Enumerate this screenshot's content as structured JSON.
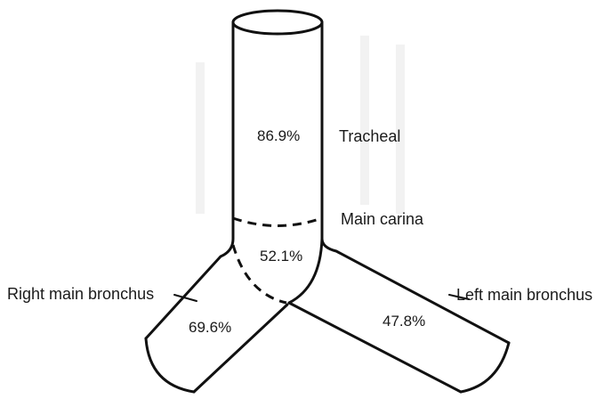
{
  "labels": {
    "tracheal": "Tracheal",
    "main_carina": "Main carina",
    "right_main_bronchus": "Right main bronchus",
    "left_main_bronchus": "Left main bronchus"
  },
  "values": {
    "tracheal": "86.9%",
    "main_carina": "52.1%",
    "right_main_bronchus": "69.6%",
    "left_main_bronchus": "47.8%"
  },
  "colors": {
    "stroke": "#111111",
    "background": "#ffffff"
  }
}
